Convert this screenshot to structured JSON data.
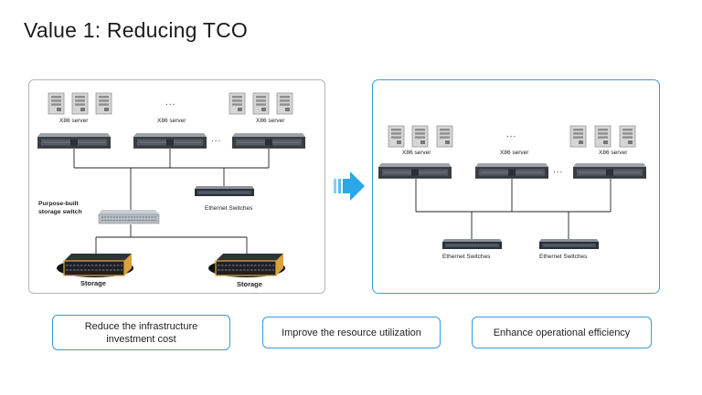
{
  "title": "Value 1: Reducing TCO",
  "left_panel": {
    "server_label": "X86 server",
    "ellipsis": "...",
    "switch_label": "Ethernet Switches",
    "storage_switch_label": "Purpose-built storage switch",
    "storage_label": "Storage"
  },
  "right_panel": {
    "server_label": "X86 server",
    "ellipsis": "...",
    "switch_label": "Ethernet Switches"
  },
  "benefits": [
    "Reduce the infrastructure investment cost",
    "Improve the resource utilization",
    "Enhance operational efficiency"
  ],
  "colors": {
    "accent": "#3aa0d8",
    "arrow": "#2aa7e6",
    "panel_border": "#b5b5b5",
    "server_body": "#3a3d42",
    "switch_body": "#2b3038",
    "storage_frame": "#d9a23a"
  }
}
